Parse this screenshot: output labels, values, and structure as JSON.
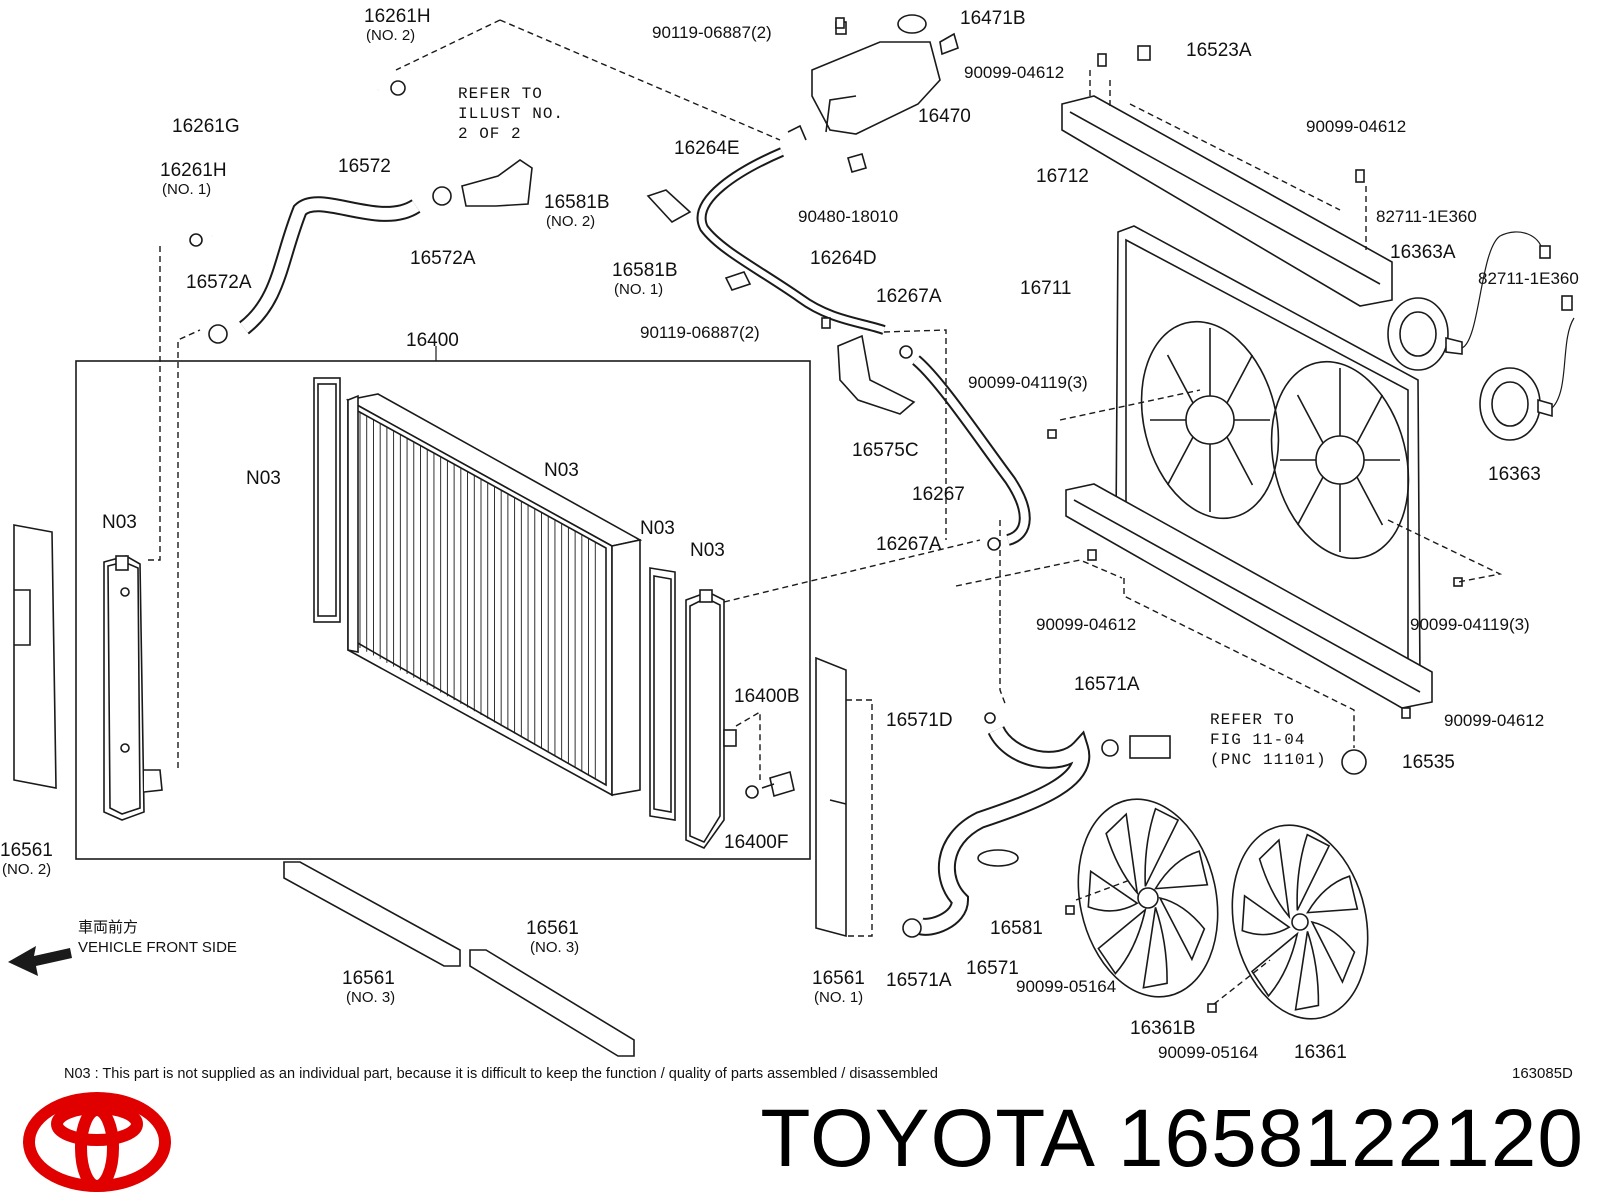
{
  "callouts": {
    "c16261H_2": "16261H",
    "c16261H_2_sub": "(NO. 2)",
    "c16261G": "16261G",
    "c16261H_1": "16261H",
    "c16261H_1_sub": "(NO. 1)",
    "c16572": "16572",
    "c16572A_top": "16572A",
    "c16572A_left": "16572A",
    "refer_illust": [
      "REFER TO",
      "ILLUST NO.",
      "2 OF 2"
    ],
    "c90119_top": "90119-06887(2)",
    "c16471B": "16471B",
    "c16470": "16470",
    "c16264E": "16264E",
    "c90480": "90480-18010",
    "c16581B_2": "16581B",
    "c16581B_2_sub": "(NO. 2)",
    "c16581B_1": "16581B",
    "c16581B_1_sub": "(NO. 1)",
    "c16264D": "16264D",
    "c16267A_top": "16267A",
    "c90119_mid": "90119-06887(2)",
    "c16575C": "16575C",
    "c16267": "16267",
    "c16267A_bot": "16267A",
    "c16400": "16400",
    "n03_a": "N03",
    "n03_b": "N03",
    "n03_c": "N03",
    "n03_d": "N03",
    "n03_e": "N03",
    "c16400B": "16400B",
    "c16400F": "16400F",
    "c16561_left": "16561",
    "c16561_left_sub": "(NO. 2)",
    "c16561_b3": "16561",
    "c16561_b3_sub": "(NO. 3)",
    "c16561_b3r": "16561",
    "c16561_b3r_sub": "(NO. 3)",
    "c16561_no1": "16561",
    "c16561_no1_sub": "(NO. 1)",
    "c90099_04612_a": "90099-04612",
    "c16523A": "16523A",
    "c90099_04612_b": "90099-04612",
    "c16712": "16712",
    "c82711_a": "82711-1E360",
    "c82711_b": "82711-1E360",
    "c16363A": "16363A",
    "c16711": "16711",
    "c90099_04119_a": "90099-04119(3)",
    "c16363": "16363",
    "c90099_04612_c": "90099-04612",
    "c90099_04119_b": "90099-04119(3)",
    "c16571D": "16571D",
    "c16571A_top": "16571A",
    "refer_fig": [
      "REFER TO",
      "FIG 11-04",
      "(PNC 11101)"
    ],
    "c90099_04612_d": "90099-04612",
    "c16535": "16535",
    "c16581": "16581",
    "c16571": "16571",
    "c16571A_bot": "16571A",
    "c90099_05164_a": "90099-05164",
    "c16361B": "16361B",
    "c90099_05164_b": "90099-05164",
    "c16361": "16361"
  },
  "front_side": {
    "jp": "車両前方",
    "en": "VEHICLE FRONT SIDE"
  },
  "footnote": "N03 : This part is not supplied as an individual part, because it is difficult to keep the function / quality of parts assembled / disassembled",
  "figure_id": "163085D",
  "brand": {
    "name": "TOYOTA",
    "part_number": "1658122120",
    "logo_color": "#e00000"
  }
}
